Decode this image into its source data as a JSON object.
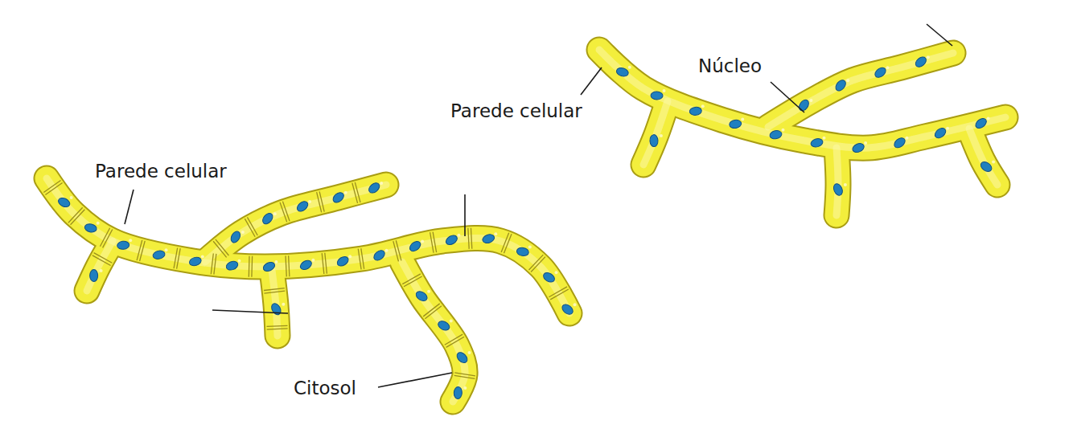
{
  "diagram": {
    "labels": [
      "Núcleo",
      "Parede celular",
      "Parede celular",
      "Citosol"
    ]
  }
}
